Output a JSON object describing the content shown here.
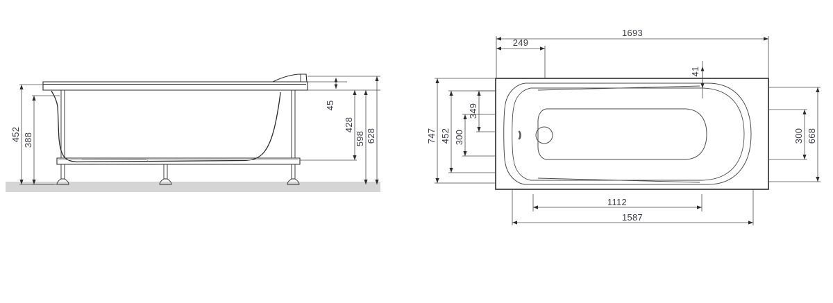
{
  "drawing": {
    "title": "Bathtub technical drawing",
    "units": "mm",
    "line_color": "#2b2b2b",
    "dim_line_color": "#4a4a4a",
    "text_color": "#3a3a42",
    "floor_color": "#d5d5d5",
    "background": "#ffffff"
  },
  "views": [
    {
      "name": "side-elevation",
      "label": "Side elevation",
      "dimensions_left": [
        {
          "id": "dim-452",
          "value": "452",
          "orientation": "vertical"
        },
        {
          "id": "dim-388",
          "value": "388",
          "orientation": "vertical"
        }
      ],
      "dimensions_right": [
        {
          "id": "dim-45",
          "value": "45",
          "orientation": "vertical"
        },
        {
          "id": "dim-428",
          "value": "428",
          "orientation": "vertical"
        },
        {
          "id": "dim-598",
          "value": "598",
          "orientation": "vertical"
        },
        {
          "id": "dim-628",
          "value": "628",
          "orientation": "vertical"
        }
      ],
      "parts": [
        {
          "id": "tub-rim",
          "label": "tub rim"
        },
        {
          "id": "headrest-bump",
          "label": "headrest"
        },
        {
          "id": "support-frame",
          "label": "support frame"
        },
        {
          "id": "leg-left",
          "label": "leg"
        },
        {
          "id": "leg-center",
          "label": "leg"
        },
        {
          "id": "leg-right",
          "label": "leg"
        },
        {
          "id": "floor-line",
          "label": "floor"
        }
      ]
    },
    {
      "name": "plan-view",
      "label": "Plan view",
      "dimensions_top": [
        {
          "id": "dim-1693",
          "value": "1693",
          "orientation": "horizontal"
        },
        {
          "id": "dim-249",
          "value": "249",
          "orientation": "horizontal"
        },
        {
          "id": "dim-41",
          "value": "41",
          "orientation": "vertical"
        }
      ],
      "dimensions_left": [
        {
          "id": "dim-747",
          "value": "747",
          "orientation": "vertical"
        },
        {
          "id": "dim-452-plan",
          "value": "452",
          "orientation": "vertical"
        },
        {
          "id": "dim-300-left",
          "value": "300",
          "orientation": "vertical"
        },
        {
          "id": "dim-349",
          "value": "349",
          "orientation": "vertical"
        }
      ],
      "dimensions_right": [
        {
          "id": "dim-300-right",
          "value": "300",
          "orientation": "vertical"
        },
        {
          "id": "dim-668",
          "value": "668",
          "orientation": "vertical"
        }
      ],
      "dimensions_bottom": [
        {
          "id": "dim-1112",
          "value": "1112",
          "orientation": "horizontal"
        },
        {
          "id": "dim-1587",
          "value": "1587",
          "orientation": "horizontal"
        }
      ],
      "parts": [
        {
          "id": "outer-rectangle",
          "label": "tub outline"
        },
        {
          "id": "rim-contour",
          "label": "rim contour"
        },
        {
          "id": "inner-basin",
          "label": "inner basin"
        },
        {
          "id": "drain-hole",
          "label": "drain"
        },
        {
          "id": "overflow-marker",
          "label": "overflow"
        }
      ]
    }
  ]
}
